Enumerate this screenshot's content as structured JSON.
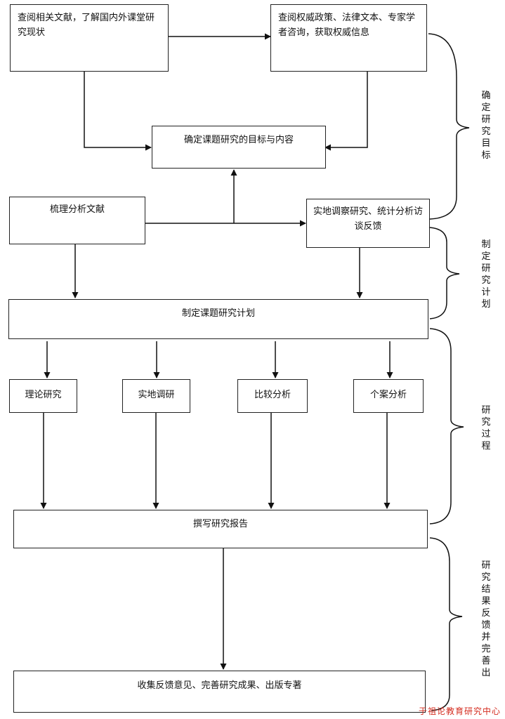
{
  "boxes": {
    "literature": "查阅相关文献，了解国内外课堂研究现状",
    "policy": "查阅权威政策、法律文本、专家学者咨询，获取权威信息",
    "goal": "确定课题研究的目标与内容",
    "analyze": "梳理分析文献",
    "survey": "实地调察研究、统计分析访谈反馈",
    "plan": "制定课题研究计划",
    "theory": "理论研究",
    "field": "实地调研",
    "compare": "比较分析",
    "case": "个案分析",
    "report": "撰写研究报告",
    "collect": "收集反馈意见、完善研究成果、出版专著"
  },
  "stages": {
    "s1": "确定研究目标",
    "s2": "制定研究计划",
    "s3": "研究过程",
    "s4": "研究结果反馈并完善出"
  },
  "watermark": "于祖论教育研究中心"
}
